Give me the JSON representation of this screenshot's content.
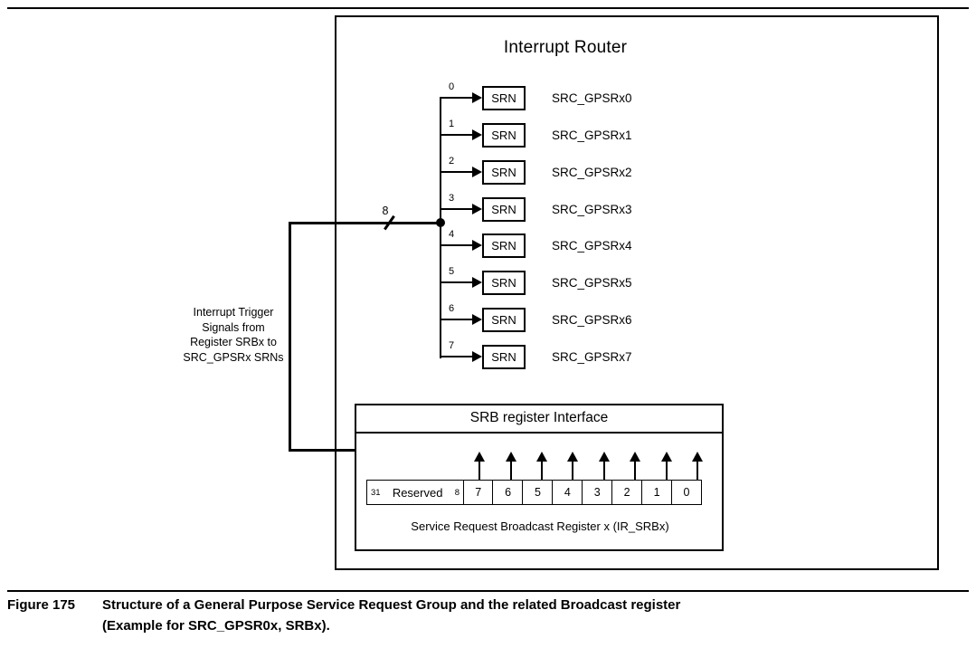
{
  "figure": {
    "caption_label": "Figure 175",
    "caption_title": "Structure of a General Purpose Service Request Group and the related Broadcast register",
    "caption_subtitle": "(Example for SRC_GPSR0x, SRBx)."
  },
  "diagram": {
    "title": "Interrupt Router",
    "bus_width_label": "8",
    "note_lines": [
      "Interrupt Trigger",
      "Signals from",
      "Register SRBx to",
      "SRC_GPSRx SRNs"
    ],
    "srn_rows": [
      {
        "index": "0",
        "box_label": "SRN",
        "signal": "SRC_GPSRx0"
      },
      {
        "index": "1",
        "box_label": "SRN",
        "signal": "SRC_GPSRx1"
      },
      {
        "index": "2",
        "box_label": "SRN",
        "signal": "SRC_GPSRx2"
      },
      {
        "index": "3",
        "box_label": "SRN",
        "signal": "SRC_GPSRx3"
      },
      {
        "index": "4",
        "box_label": "SRN",
        "signal": "SRC_GPSRx4"
      },
      {
        "index": "5",
        "box_label": "SRN",
        "signal": "SRC_GPSRx5"
      },
      {
        "index": "6",
        "box_label": "SRN",
        "signal": "SRC_GPSRx6"
      },
      {
        "index": "7",
        "box_label": "SRN",
        "signal": "SRC_GPSRx7"
      }
    ],
    "srb": {
      "title": "SRB register Interface",
      "reserved": {
        "msb": "31",
        "label": "Reserved",
        "lsb": "8"
      },
      "bits": [
        "7",
        "6",
        "5",
        "4",
        "3",
        "2",
        "1",
        "0"
      ],
      "register_caption": "Service Request Broadcast Register x (IR_SRBx)"
    },
    "colors": {
      "line": "#000000",
      "background": "#ffffff"
    }
  }
}
